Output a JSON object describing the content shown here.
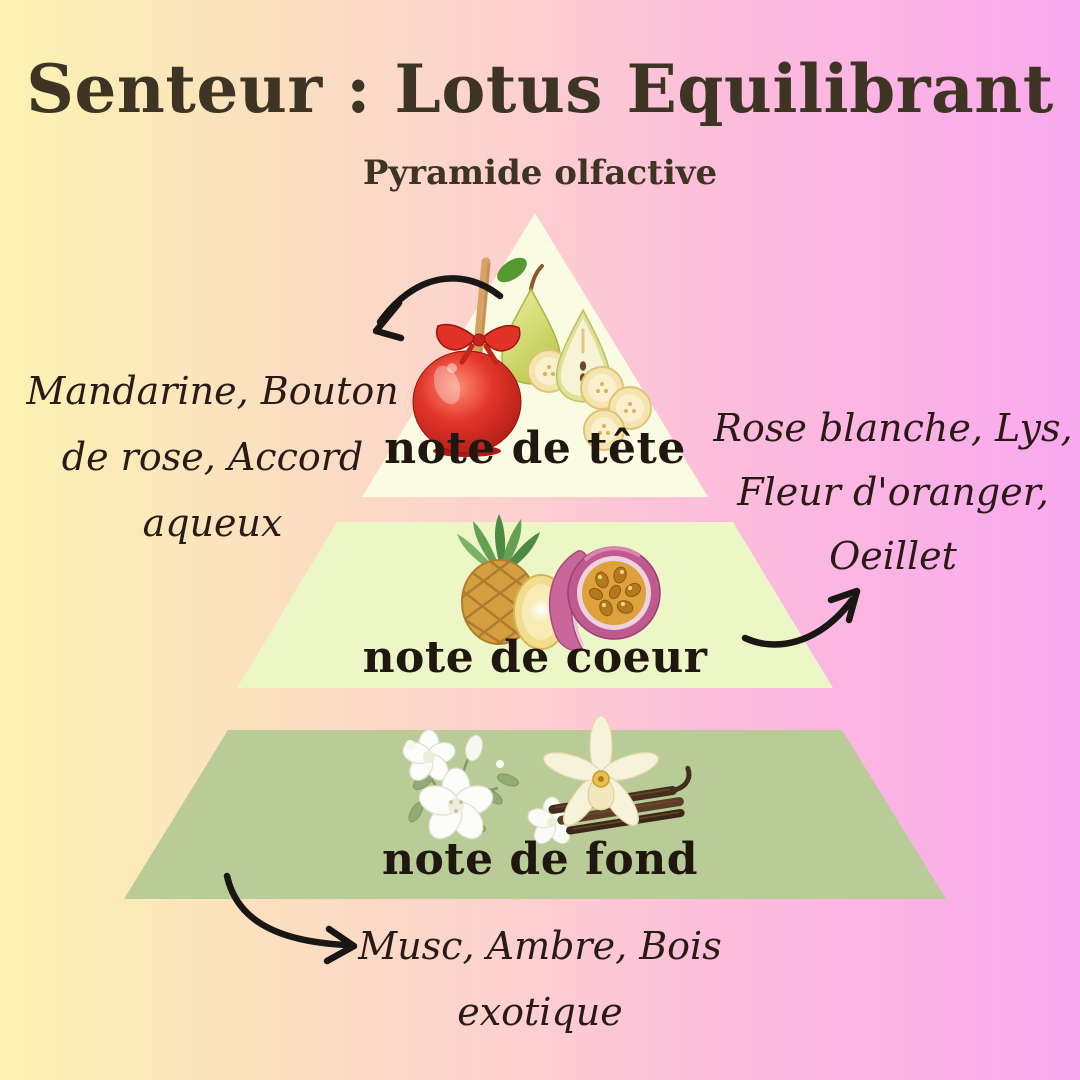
{
  "title": "Senteur : Lotus Equilibrant",
  "subtitle": "Pyramide olfactive",
  "pyramid": {
    "levels": [
      {
        "label": "note de tête",
        "notes": "Mandarine, Bouton de rose, Accord aqueux",
        "notes_lines": [
          "Mandarine, Bouton",
          "de rose, Accord",
          "aqueux"
        ],
        "images": [
          "candy apple",
          "pear",
          "banana slices"
        ],
        "arrow": "hand-drawn curved arrow from top level to left notes"
      },
      {
        "label": "note de coeur",
        "notes": "Rose blanche, Lys, Fleur d'oranger, Oeillet",
        "notes_lines": [
          "Rose blanche, Lys,",
          "Fleur d'oranger,",
          "Oeillet"
        ],
        "images": [
          "pineapple",
          "passion fruit"
        ],
        "arrow": "hand-drawn curved arrow from middle level to right notes"
      },
      {
        "label": "note de fond",
        "notes": "Musc, Ambre, Bois exotique",
        "notes_lines": [
          "Musc, Ambre, Bois",
          "exotique"
        ],
        "images": [
          "white flowers",
          "vanilla flower and pods"
        ],
        "arrow": "hand-drawn curved arrow from bottom level to bottom notes"
      }
    ]
  },
  "colors": {
    "bg_yellow": "#fcf3b2",
    "bg_peach": "#fbdfc0",
    "bg_rose": "#fdd2cf",
    "bg_pink": "#fcbcdc",
    "bg_orchid": "#f9a9ee",
    "level_top": "#f9fce3",
    "level_middle": "#ecf6c7",
    "level_bottom": "#b9cb97",
    "title_brown": "#3e3423",
    "script_ink": "#2a1a16",
    "label_ink": "#20180f",
    "arrow_ink": "#191613"
  }
}
